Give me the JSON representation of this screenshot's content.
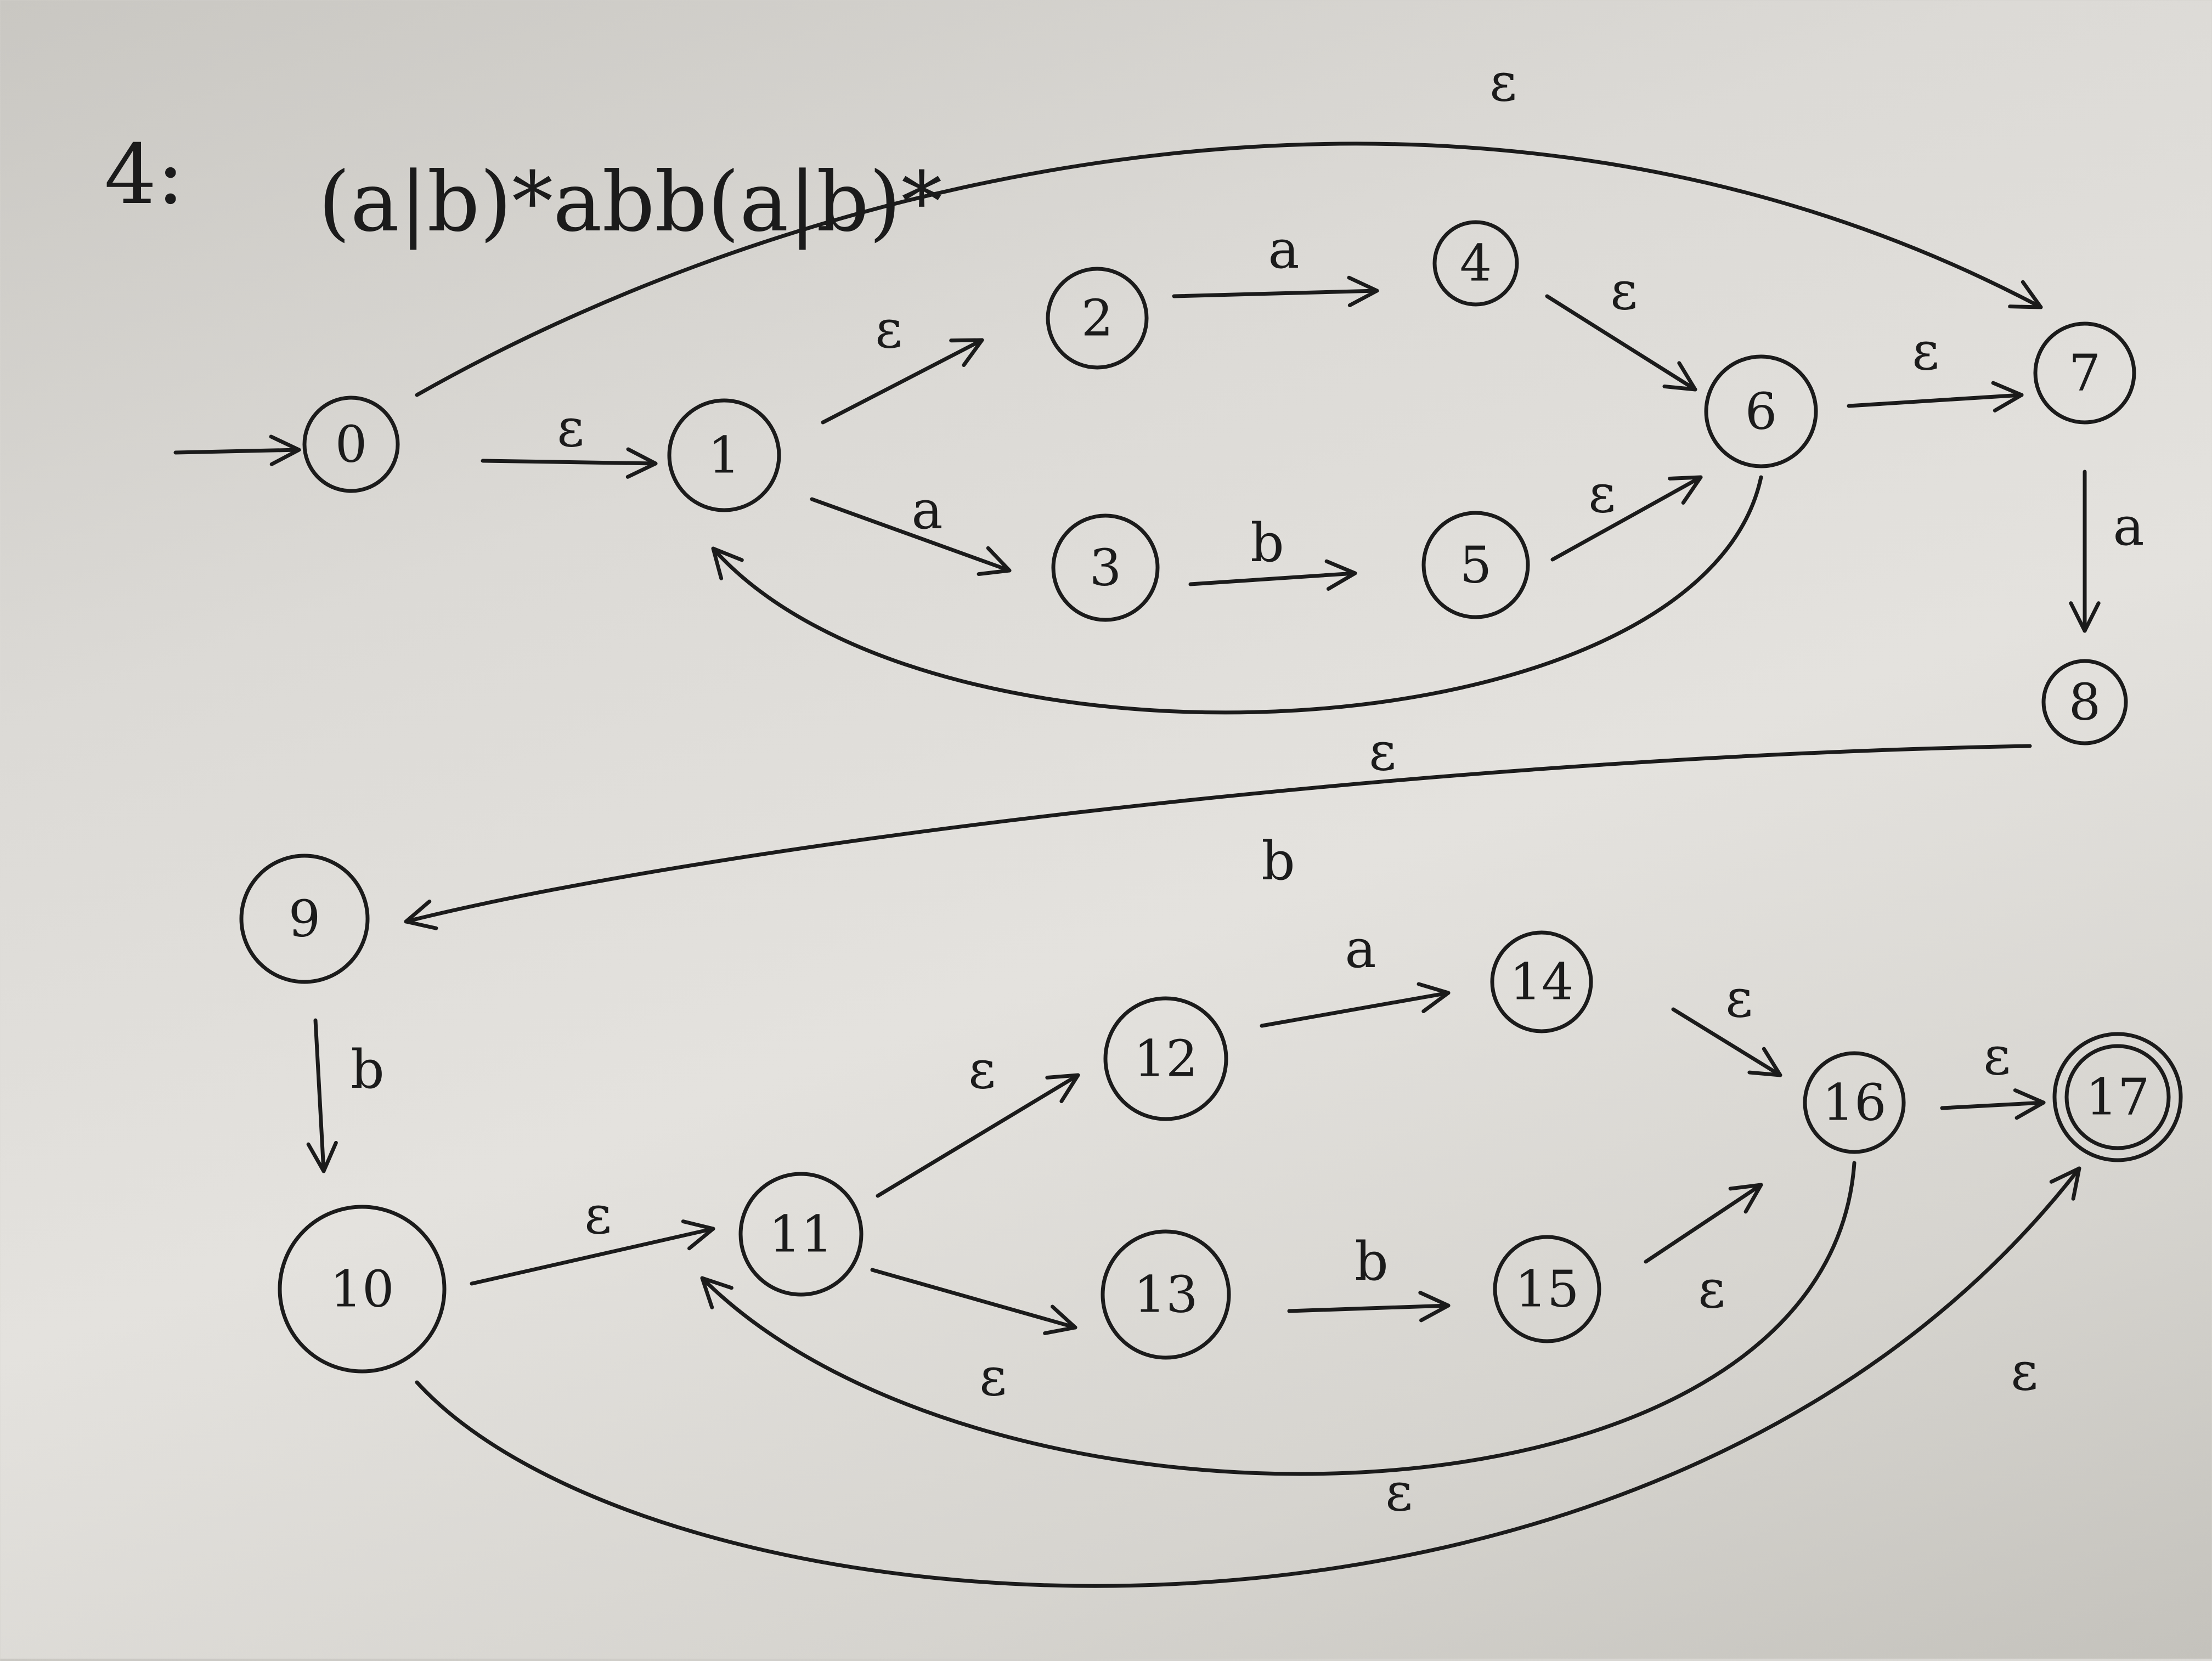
{
  "problem_label": "4:",
  "regex": "(a|b)*abb(a|b)*",
  "states": [
    {
      "id": "0",
      "label": "0"
    },
    {
      "id": "1",
      "label": "1"
    },
    {
      "id": "2",
      "label": "2"
    },
    {
      "id": "3",
      "label": "3"
    },
    {
      "id": "4",
      "label": "4"
    },
    {
      "id": "5",
      "label": "5"
    },
    {
      "id": "6",
      "label": "6"
    },
    {
      "id": "7",
      "label": "7"
    },
    {
      "id": "8",
      "label": "8"
    },
    {
      "id": "9",
      "label": "9"
    },
    {
      "id": "10",
      "label": "10"
    },
    {
      "id": "11",
      "label": "11"
    },
    {
      "id": "12",
      "label": "12"
    },
    {
      "id": "13",
      "label": "13"
    },
    {
      "id": "14",
      "label": "14"
    },
    {
      "id": "15",
      "label": "15"
    },
    {
      "id": "16",
      "label": "16"
    },
    {
      "id": "17",
      "label": "17",
      "accepting": true
    }
  ],
  "transitions": [
    {
      "from": "0",
      "to": "1",
      "label": "ε"
    },
    {
      "from": "0",
      "to": "7",
      "label": "ε"
    },
    {
      "from": "1",
      "to": "2",
      "label": "ε"
    },
    {
      "from": "1",
      "to": "3",
      "label": "a"
    },
    {
      "from": "2",
      "to": "4",
      "label": "a"
    },
    {
      "from": "3",
      "to": "5",
      "label": "b"
    },
    {
      "from": "4",
      "to": "6",
      "label": "ε"
    },
    {
      "from": "5",
      "to": "6",
      "label": "ε"
    },
    {
      "from": "6",
      "to": "7",
      "label": "ε"
    },
    {
      "from": "6",
      "to": "1",
      "label": "ε"
    },
    {
      "from": "7",
      "to": "8",
      "label": "a"
    },
    {
      "from": "8",
      "to": "9",
      "label": "b"
    },
    {
      "from": "9",
      "to": "10",
      "label": "b"
    },
    {
      "from": "10",
      "to": "11",
      "label": "ε"
    },
    {
      "from": "10",
      "to": "17",
      "label": "ε"
    },
    {
      "from": "11",
      "to": "12",
      "label": "ε"
    },
    {
      "from": "11",
      "to": "13",
      "label": "ε"
    },
    {
      "from": "12",
      "to": "14",
      "label": "a"
    },
    {
      "from": "13",
      "to": "15",
      "label": "b"
    },
    {
      "from": "14",
      "to": "16",
      "label": "ε"
    },
    {
      "from": "15",
      "to": "16",
      "label": "ε"
    },
    {
      "from": "16",
      "to": "17",
      "label": "ε"
    },
    {
      "from": "16",
      "to": "11",
      "label": "ε"
    }
  ],
  "colors": {
    "ink": "#1b1b1b",
    "paper": "#dcdad6"
  }
}
